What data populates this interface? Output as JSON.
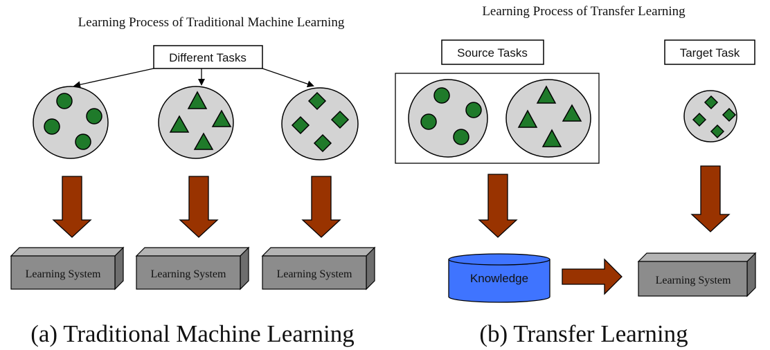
{
  "left": {
    "heading": "Learning Process of Traditional Machine Learning",
    "tasks_label": "Different Tasks",
    "system_labels": [
      "Learning System",
      "Learning System",
      "Learning System"
    ],
    "caption": "(a) Traditional Machine Learning"
  },
  "right": {
    "heading": "Learning Process of Transfer Learning",
    "source_label": "Source Tasks",
    "target_label": "Target Task",
    "knowledge_label": "Knowledge",
    "system_label": "Learning System",
    "caption": "(b) Transfer Learning"
  },
  "colors": {
    "task_fill": "#d3d3d3",
    "shape_fill": "#1f7a2a",
    "arrow_fill": "#993300",
    "box_front": "#8c8c8c",
    "box_top": "#b4b4b4",
    "box_side": "#6e6e6e",
    "knowledge_fill": "#3f74ff"
  }
}
